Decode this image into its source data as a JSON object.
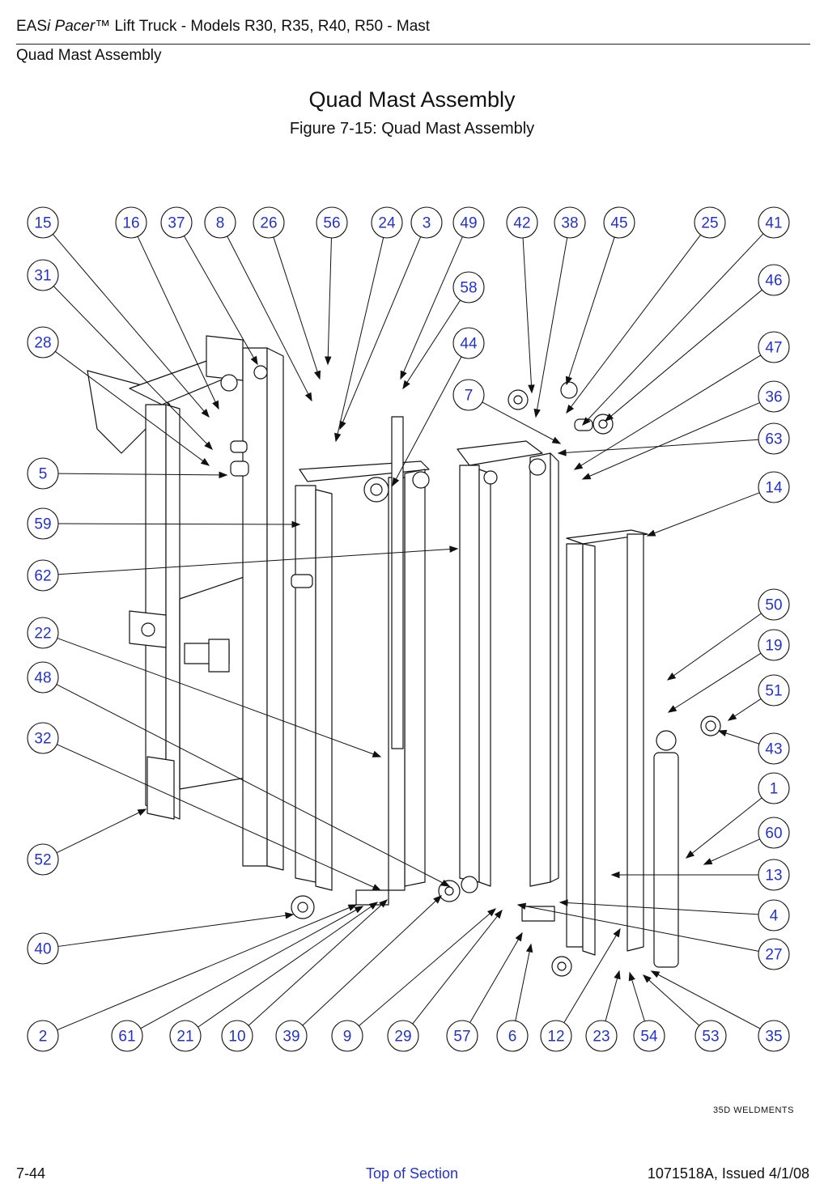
{
  "header": {
    "prefix": "EAS",
    "italic": "i Pacer",
    "suffix": "™ Lift Truck - Models R30, R35, R40, R50 - Mast",
    "section": "Quad Mast Assembly"
  },
  "title": "Quad Mast Assembly",
  "figure_caption": "Figure 7-15:  Quad Mast Assembly",
  "callouts": [
    "15",
    "16",
    "37",
    "8",
    "26",
    "56",
    "24",
    "3",
    "49",
    "42",
    "38",
    "45",
    "25",
    "41",
    "31",
    "58",
    "46",
    "28",
    "44",
    "47",
    "7",
    "36",
    "63",
    "5",
    "14",
    "59",
    "62",
    "50",
    "22",
    "19",
    "48",
    "51",
    "32",
    "43",
    "1",
    "52",
    "60",
    "13",
    "4",
    "40",
    "27",
    "2",
    "61",
    "21",
    "10",
    "39",
    "9",
    "29",
    "57",
    "6",
    "12",
    "23",
    "54",
    "53",
    "35"
  ],
  "weldments_note": "35D WELDMENTS",
  "footer": {
    "page": "7-44",
    "link": "Top of Section",
    "doc": "1071518A, Issued 4/1/08"
  },
  "colors": {
    "callout": "#2233cc",
    "line": "#111111"
  }
}
